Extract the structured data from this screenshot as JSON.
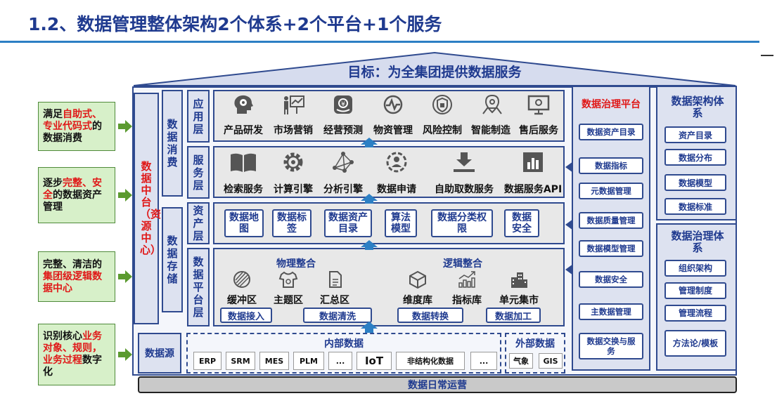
{
  "header": {
    "title": "1.2、数据管理整体架构2个体系+2个平台+1个服务"
  },
  "goal": {
    "text": "目标：为全集团提供数据服务"
  },
  "left_notes": [
    {
      "parts": [
        {
          "t": "满足",
          "red": false
        },
        {
          "t": "自助式、专业代码式",
          "red": true
        },
        {
          "t": "的数据消费",
          "red": false
        }
      ]
    },
    {
      "parts": [
        {
          "t": "逐步",
          "red": false
        },
        {
          "t": "完整、安全",
          "red": true
        },
        {
          "t": "的数据资产管理",
          "red": false
        }
      ]
    },
    {
      "parts": [
        {
          "t": "完整、清洁的",
          "red": false
        },
        {
          "t": "集团级逻辑数据中心",
          "red": true
        }
      ]
    },
    {
      "parts": [
        {
          "t": "识别核心",
          "red": false
        },
        {
          "t": "业务对象、规则，业务过程",
          "red": true
        },
        {
          "t": "数字化",
          "red": false
        }
      ]
    }
  ],
  "data_center": {
    "label": "数据中台（资源中心）"
  },
  "data_consume": {
    "label": "数据消费"
  },
  "data_storage": {
    "label": "数据存储"
  },
  "data_source": {
    "label": "数据源"
  },
  "layers": {
    "app": "应用层",
    "service": "服务层",
    "asset": "资产层",
    "platform": "数据平台层"
  },
  "app_items": [
    {
      "label": "产品研发",
      "icon": "gear-head-icon"
    },
    {
      "label": "市场营销",
      "icon": "presenter-icon"
    },
    {
      "label": "经营预测",
      "icon": "money-icon"
    },
    {
      "label": "物资管理",
      "icon": "pulse-icon"
    },
    {
      "label": "风险控制",
      "icon": "shield-icon"
    },
    {
      "label": "智能制造",
      "icon": "location-icon"
    },
    {
      "label": "售后服务",
      "icon": "monitor-gear-icon"
    }
  ],
  "service_items": [
    {
      "label": "检索服务",
      "icon": "book-icon"
    },
    {
      "label": "计算引擎",
      "icon": "cog-icon"
    },
    {
      "label": "分析引擎",
      "icon": "network-icon"
    },
    {
      "label": "数据申请",
      "icon": "user-circle-icon"
    },
    {
      "label": "自助取数服务",
      "icon": "download-icon"
    },
    {
      "label": "数据服务API",
      "icon": "chart-icon"
    }
  ],
  "asset_items": [
    "数据地图",
    "数据标签",
    "数据资产目录",
    "算法模型",
    "数据分类权限",
    "数据安全"
  ],
  "platform": {
    "physical": "物理整合",
    "logical": "逻辑整合",
    "zones": [
      {
        "label": "缓冲区",
        "icon": "disc-icon"
      },
      {
        "label": "主题区",
        "icon": "shirt-icon"
      },
      {
        "label": "汇总区",
        "icon": "doc-icon"
      },
      {
        "label": "维度库",
        "icon": "cube-icon"
      },
      {
        "label": "指标库",
        "icon": "growth-icon"
      },
      {
        "label": "单元集市",
        "icon": "building-icon"
      }
    ],
    "steps": [
      "数据接入",
      "数据清洗",
      "数据转换",
      "数据加工"
    ]
  },
  "internal": {
    "label": "内部数据",
    "items": [
      "ERP",
      "SRM",
      "MES",
      "PLM",
      "...",
      "IoT",
      "非结构化数据",
      "..."
    ]
  },
  "external": {
    "label": "外部数据",
    "items": [
      "气象",
      "GIS"
    ]
  },
  "ops": {
    "label": "数据日常运营"
  },
  "governance_platform": {
    "title": "数据治理平台",
    "items": [
      "数据资产目录",
      "数据指标",
      "元数据管理",
      "数据质量管理",
      "数据模型管理",
      "数据安全",
      "主数据管理",
      "数据交换与服务"
    ]
  },
  "arch_system": {
    "title": "数据架构体系",
    "items": [
      "资产目录",
      "数据分布",
      "数据模型",
      "数据标准"
    ]
  },
  "gov_system": {
    "title": "数据治理体系",
    "items": [
      "组织架构",
      "管理制度",
      "管理流程",
      "方法论/模板"
    ]
  },
  "colors": {
    "navy": "#1f3a8f",
    "red": "#e01818",
    "green": "#5b9a2f",
    "panel": "#dde2f0"
  }
}
